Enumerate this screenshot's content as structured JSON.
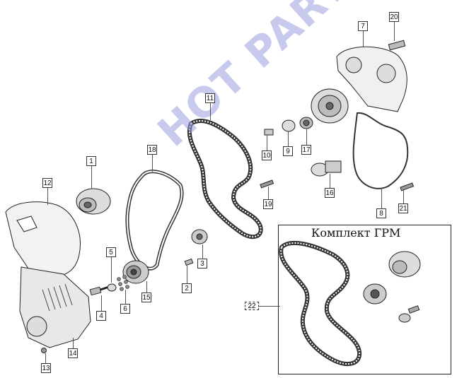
{
  "watermark": "HOT PARTS",
  "kit": {
    "title": "Комплект ГРМ",
    "callout": "22"
  },
  "callouts": [
    "1",
    "2",
    "3",
    "4",
    "5",
    "6",
    "7",
    "8",
    "9",
    "10",
    "11",
    "12",
    "13",
    "14",
    "15",
    "16",
    "17",
    "18",
    "19",
    "20",
    "21"
  ],
  "colors": {
    "line": "#222222",
    "belt": "#333333",
    "watermark": "#9aa0e0"
  }
}
